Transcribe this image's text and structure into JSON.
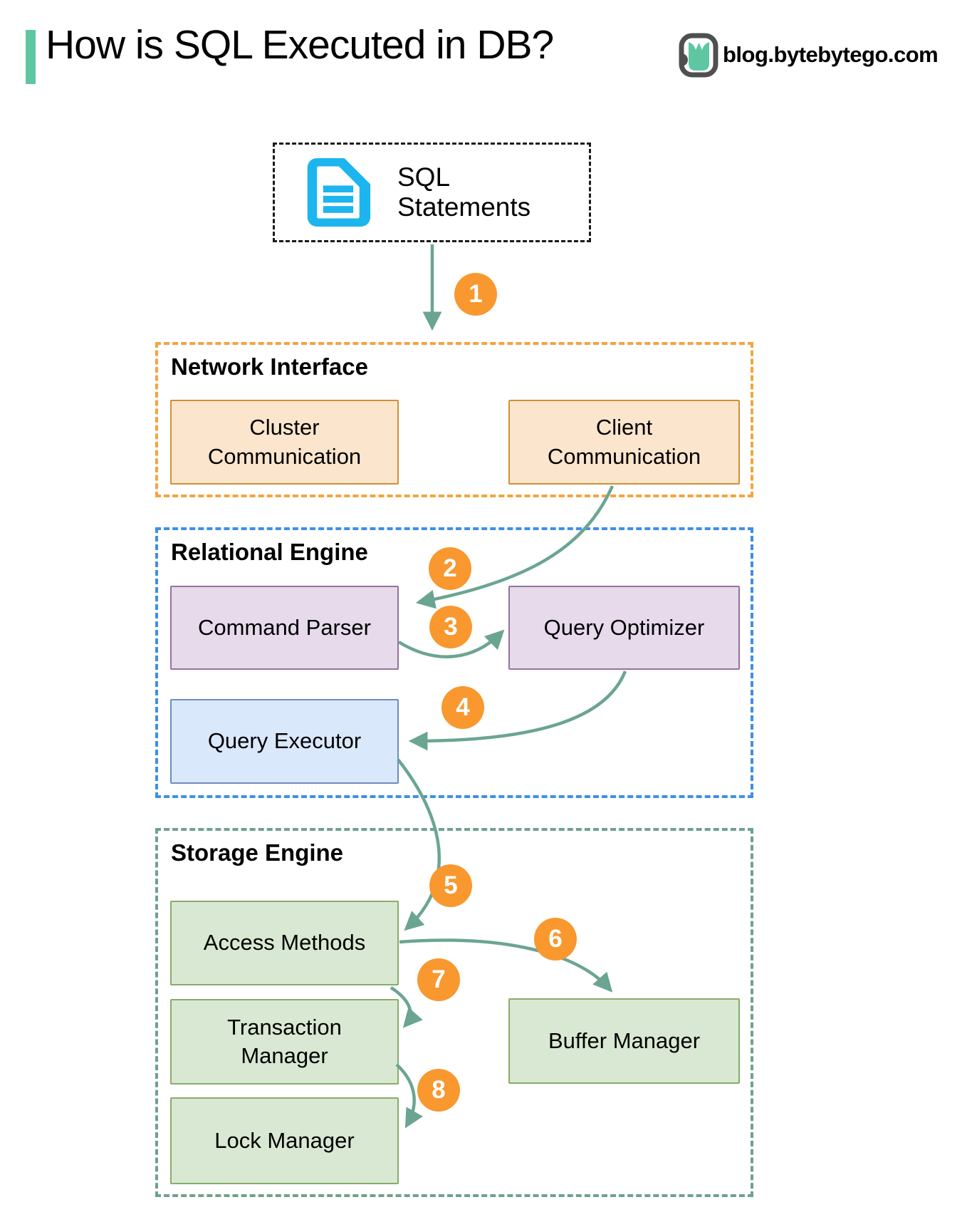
{
  "header": {
    "title": "How is SQL Executed in DB?",
    "brand": "blog.bytebytego.com"
  },
  "source": {
    "label": "SQL Statements"
  },
  "sections": [
    {
      "id": "network-interface",
      "title": "Network Interface"
    },
    {
      "id": "relational-engine",
      "title": "Relational Engine"
    },
    {
      "id": "storage-engine",
      "title": "Storage Engine"
    }
  ],
  "nodes": {
    "cluster_communication": [
      "Cluster",
      "Communication"
    ],
    "client_communication": [
      "Client",
      "Communication"
    ],
    "command_parser": [
      "Command Parser"
    ],
    "query_optimizer": [
      "Query Optimizer"
    ],
    "query_executor": [
      "Query Executor"
    ],
    "access_methods": [
      "Access Methods"
    ],
    "buffer_manager": [
      "Buffer Manager"
    ],
    "transaction_manager": [
      "Transaction",
      "Manager"
    ],
    "lock_manager": [
      "Lock Manager"
    ]
  },
  "steps": [
    "1",
    "2",
    "3",
    "4",
    "5",
    "6",
    "7",
    "8"
  ],
  "colors": {
    "accent": "#5EC7A2",
    "arrow": "#6BA592",
    "badge": "#F8982F",
    "doc_icon": "#1CB5EE",
    "logo_outline": "#4F4F4F",
    "ni_border": "#F5A340",
    "ni_fill": "#FCE5CD",
    "ni_box_border": "#CE9136",
    "re_border": "#3E8FE8",
    "re_fill": "#E6DAEB",
    "re_box_border": "#96729F",
    "exec_fill": "#DAE8FC",
    "exec_border": "#6C8EBF",
    "se_border": "#6FA28B",
    "se_fill": "#D9E8D2",
    "se_box_border": "#87AC6B"
  }
}
